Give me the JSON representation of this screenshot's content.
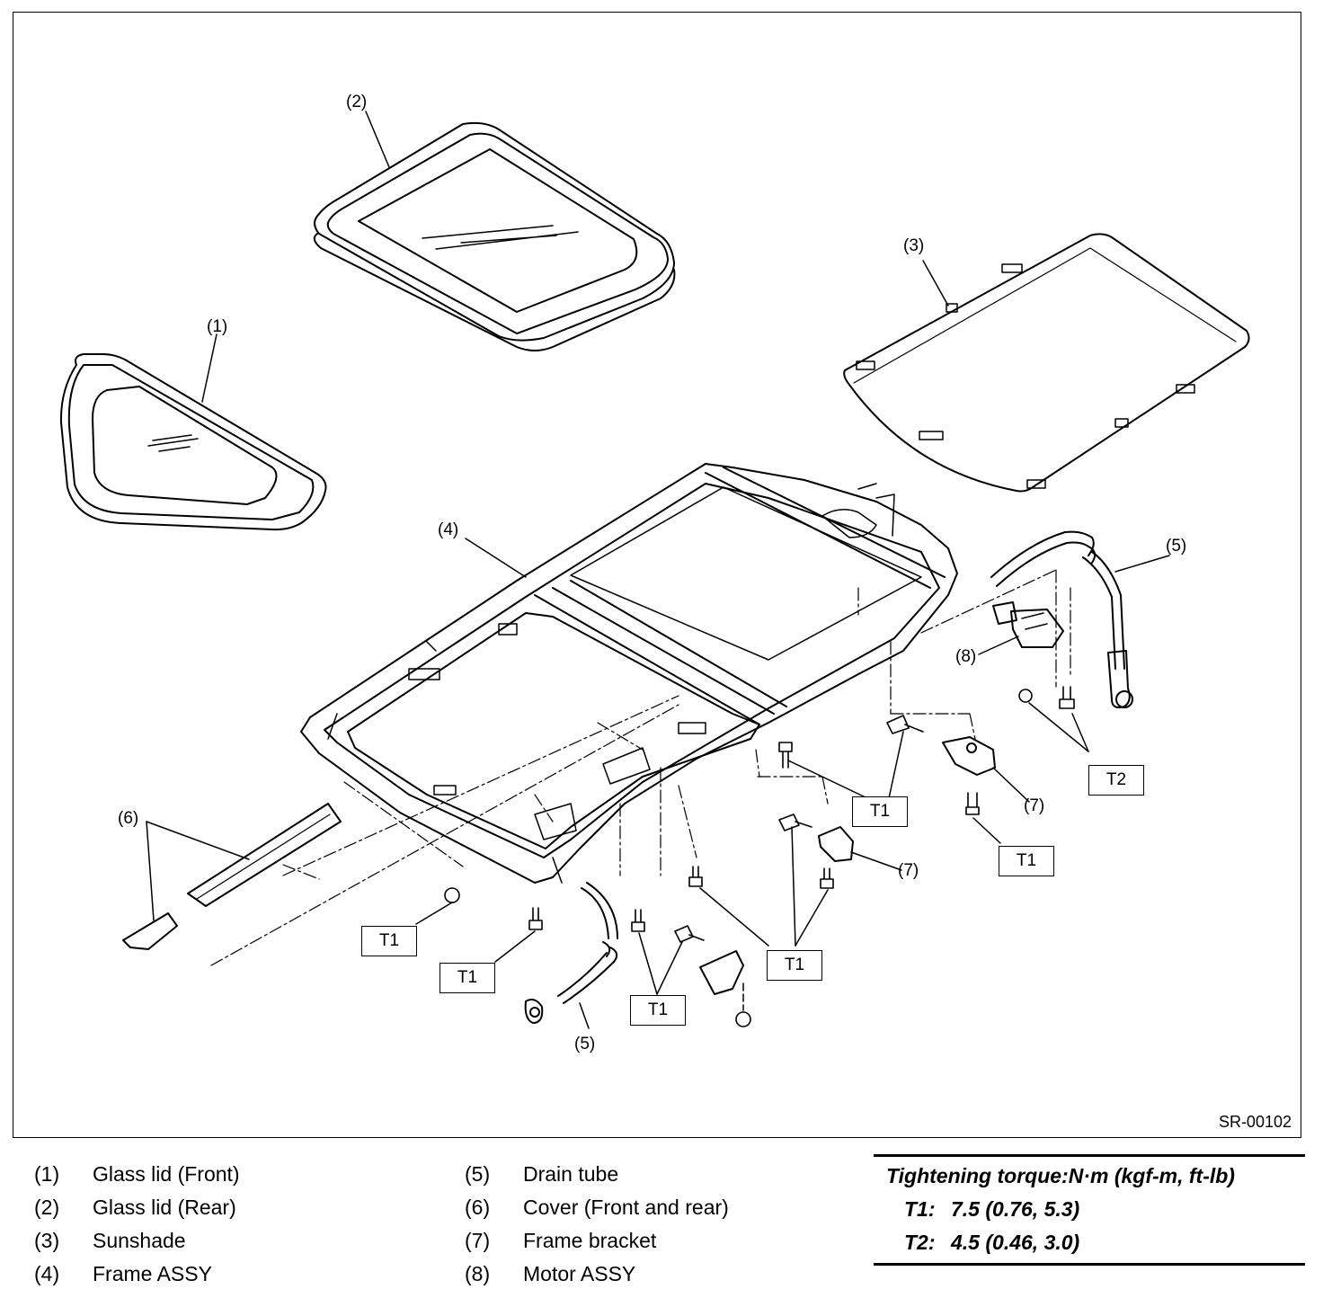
{
  "callouts": {
    "c1": "(1)",
    "c2": "(2)",
    "c3": "(3)",
    "c4": "(4)",
    "c5": "(5)",
    "c6": "(6)",
    "c7": "(7)",
    "c8": "(8)"
  },
  "torque_tags": {
    "t1": "T1",
    "t2": "T2"
  },
  "figure_code": "SR-00102",
  "legend": [
    {
      "num": "(1)",
      "label": "Glass lid (Front)"
    },
    {
      "num": "(2)",
      "label": "Glass lid (Rear)"
    },
    {
      "num": "(3)",
      "label": "Sunshade"
    },
    {
      "num": "(4)",
      "label": "Frame ASSY"
    },
    {
      "num": "(5)",
      "label": "Drain tube"
    },
    {
      "num": "(6)",
      "label": "Cover (Front and rear)"
    },
    {
      "num": "(7)",
      "label": "Frame bracket"
    },
    {
      "num": "(8)",
      "label": "Motor ASSY"
    }
  ],
  "torque_table": {
    "title": "Tightening torque:N·m (kgf-m, ft-lb)",
    "rows": [
      {
        "key": "T1:",
        "value": "7.5 (0.76, 5.3)"
      },
      {
        "key": "T2:",
        "value": "4.5 (0.46, 3.0)"
      }
    ]
  }
}
